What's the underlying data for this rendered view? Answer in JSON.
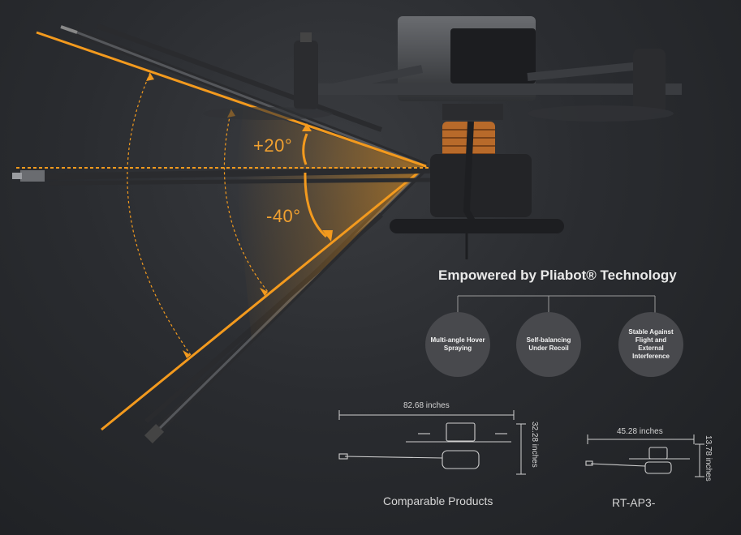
{
  "angles": {
    "up": "+20°",
    "down": "-40°"
  },
  "headline": "Empowered by Pliabot® Technology",
  "features": [
    "Multi-angle Hover Spraying",
    "Self-balancing Under Recoil",
    "Stable Against Flight and External Interference"
  ],
  "comparison": {
    "left": {
      "width": "82.68 inches",
      "height": "32.28 inches",
      "caption": "Comparable Products"
    },
    "right": {
      "width": "45.28 inches",
      "height": "13.78 inches",
      "caption": "RT-AP3-"
    }
  },
  "colors": {
    "accent": "#f39a1e",
    "circle": "#48494d",
    "text": "#e9e9e9"
  }
}
